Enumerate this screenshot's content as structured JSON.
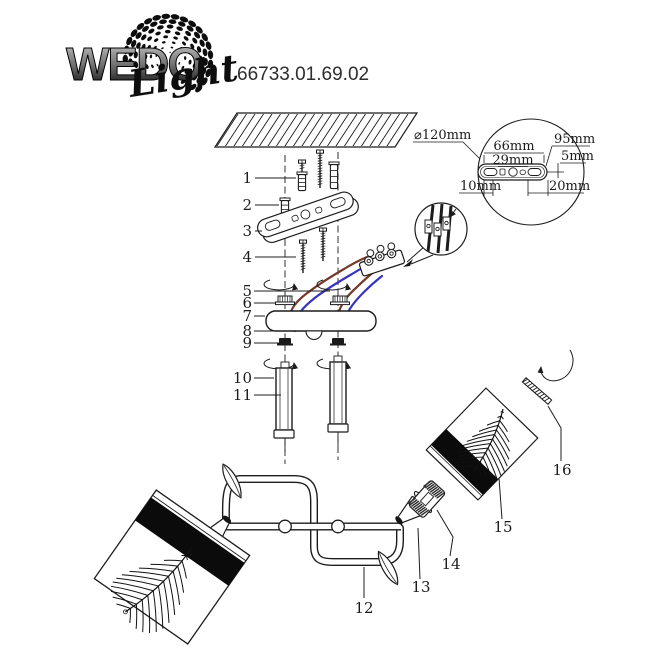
{
  "header": {
    "brand": "WEDO",
    "brand_script": "Light",
    "model": "66733.01.69.02"
  },
  "detail_view": {
    "diameter": "⌀120mm",
    "hole_spacing": "66mm",
    "slot_spacing": "29mm",
    "bracket_length": "95mm",
    "edge_offset": "5mm",
    "slot_left": "10mm",
    "slot_right": "20mm"
  },
  "parts": [
    {
      "num": "1"
    },
    {
      "num": "2"
    },
    {
      "num": "3"
    },
    {
      "num": "4"
    },
    {
      "num": "5"
    },
    {
      "num": "6"
    },
    {
      "num": "7"
    },
    {
      "num": "8"
    },
    {
      "num": "9"
    },
    {
      "num": "10"
    },
    {
      "num": "11"
    },
    {
      "num": "12"
    },
    {
      "num": "13"
    },
    {
      "num": "14"
    },
    {
      "num": "15"
    },
    {
      "num": "16"
    }
  ],
  "colors": {
    "ink": "#1c1c1c",
    "wire_brown": "#74392b",
    "wire_blue": "#3434bd",
    "shade_band": "#0b0b0b"
  }
}
